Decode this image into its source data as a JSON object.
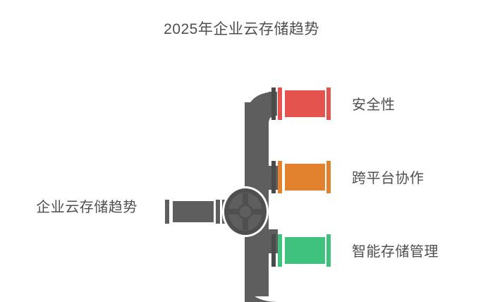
{
  "chart_data": {
    "type": "diagram",
    "diagram_style": "pipeline-branch-infographic",
    "title": "2025年企业云存储趋势",
    "root": {
      "label": "企业云存储趋势",
      "color": "#5e5e5e"
    },
    "branches": [
      {
        "label": "安全性",
        "color": "#e5534e",
        "flange_color": "#e5534e",
        "level": 0
      },
      {
        "label": "跨平台协作",
        "color": "#e2822f",
        "flange_color": "#e2822f",
        "level": 1
      },
      {
        "label": "智能存储管理",
        "color": "#3fc27e",
        "flange_color": "#3fc27e",
        "level": 2
      },
      {
        "label": "",
        "color": "#5e5e5e",
        "flange_color": "#5e5e5e",
        "level": 3
      }
    ],
    "legend": [],
    "background": "#ffffff",
    "pipe_color": "#5e5e5e",
    "pipe_dark_color": "#4a4a4a",
    "valve_outer_color": "#4f4f4f",
    "valve_inner_color": "#5e5e5e",
    "text_color": "#4f4f4f",
    "note": "Pipeline infographic: main horizontal inlet pipe with a wheel valve feeds a vertical trunk that splits into color-coded branch pipes, each labeled with a cloud-storage trend."
  },
  "title": {
    "text": "2025年企业云存储趋势"
  },
  "root_node": {
    "label": "企业云存储趋势"
  },
  "branch_labels": [
    {
      "text": "安全性"
    },
    {
      "text": "跨平台协作"
    },
    {
      "text": "智能存储管理"
    }
  ],
  "colors": {
    "background": "#ffffff",
    "pipe": "#5e5e5e",
    "pipe_flange_dark": "#4a4a4a",
    "valve_rim": "#4f4f4f",
    "valve_face": "#5e5e5e",
    "security_red": "#e5534e",
    "collab_orange": "#e2822f",
    "storage_green": "#3fc27e",
    "text": "#4f4f4f"
  }
}
